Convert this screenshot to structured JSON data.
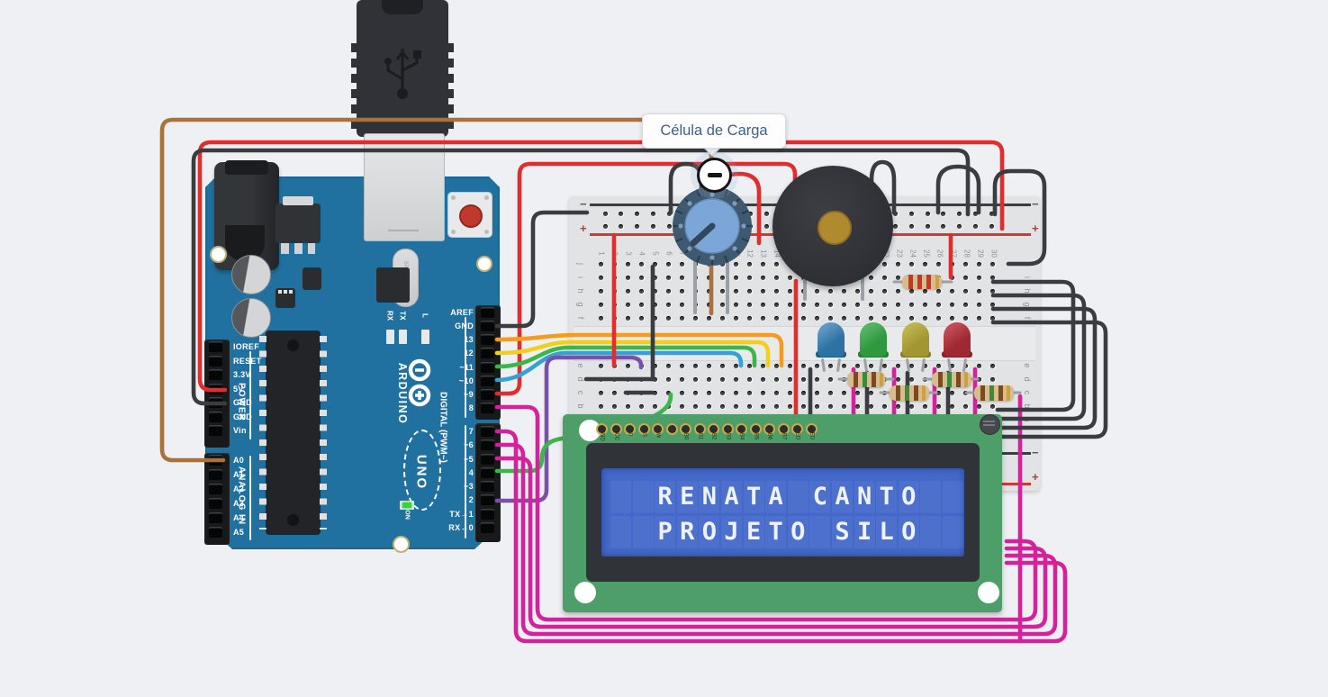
{
  "tooltip": {
    "label": "Célula de Carga"
  },
  "pot_control": {
    "icon": "minus"
  },
  "arduino": {
    "brand": "ARDUINO",
    "model": "UNO",
    "on_label": "ON",
    "l_label": "L",
    "rx_label": "RX",
    "tx_label": "TX",
    "crystal": "SPK16.000G",
    "digital_label": "DIGITAL (PWM~)",
    "power_label": "POWER",
    "analog_label": "ANALOG IN",
    "right_pins_top": [
      "AREF",
      "GND",
      "13",
      "12",
      "~11",
      "~10",
      "~9",
      "8"
    ],
    "right_pins_bottom": [
      "7",
      "~6",
      "~5",
      "4",
      "~3",
      "2",
      "TX→1",
      "RX←0"
    ],
    "power_pins": [
      "IOREF",
      "RESET",
      "3.3V",
      "5V",
      "GND",
      "GND",
      "Vin"
    ],
    "analog_pins": [
      "A0",
      "A1",
      "A2",
      "A3",
      "A4",
      "A5"
    ]
  },
  "breadboard": {
    "columns": 30,
    "letters_top": [
      "j",
      "i",
      "h",
      "g",
      "f"
    ],
    "letters_bottom": [
      "e",
      "d",
      "c",
      "b",
      "a"
    ],
    "rail_minus": "−",
    "rail_plus": "+"
  },
  "leds": [
    {
      "name": "blue-led",
      "color": "#2d72a4",
      "hi": "#5e97c4",
      "dark": "#245b84"
    },
    {
      "name": "green-led",
      "color": "#2f9940",
      "hi": "#55b363",
      "dark": "#267a33"
    },
    {
      "name": "yellow-led",
      "color": "#a09733",
      "hi": "#bdb44e",
      "dark": "#847c28"
    },
    {
      "name": "red-led",
      "color": "#a02833",
      "hi": "#c04b55",
      "dark": "#832029"
    }
  ],
  "lcd": {
    "line1": "RENATA CANTO",
    "line2": "PROJETO SILO",
    "columns": 16,
    "text_start_col": 2,
    "pins": [
      "GND",
      "VCC",
      "V0",
      "RS",
      "RW",
      "E",
      "DB0",
      "DB1",
      "DB2",
      "DB3",
      "DB4",
      "DB5",
      "DB6",
      "DB7",
      "LED",
      "LED"
    ]
  },
  "colors": {
    "red": "#e02d2d",
    "black": "#3a3d40",
    "brown": "#a9713b",
    "orange": "#f59b20",
    "yellow": "#f2cf1d",
    "green": "#3db54a",
    "blue": "#36a0d9",
    "magenta": "#d6219c",
    "purple": "#7b51a8",
    "gray": "#9aa0a6",
    "board": "#20719f",
    "lcd_green": "#4d9e68",
    "lcd_screen": "#4368ca",
    "breadboard": "#e2e3e5"
  }
}
